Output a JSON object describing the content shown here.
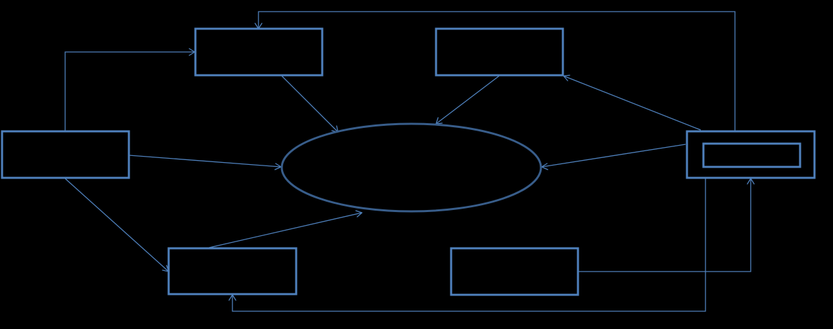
{
  "colors": {
    "background": "#000000",
    "box_stroke": "#4f81bd",
    "ellipse_stroke": "#385d8a",
    "connector_stroke": "#4f81bd"
  },
  "nodes": [
    {
      "id": "top-left-box",
      "shape": "rectangle",
      "label": ""
    },
    {
      "id": "top-right-box",
      "shape": "rectangle",
      "label": ""
    },
    {
      "id": "left-box",
      "shape": "rectangle",
      "label": ""
    },
    {
      "id": "central-ellipse",
      "shape": "ellipse",
      "label": ""
    },
    {
      "id": "right-outer-box",
      "shape": "rectangle",
      "label": ""
    },
    {
      "id": "right-inner-box",
      "shape": "rectangle",
      "label": ""
    },
    {
      "id": "bottom-left-box",
      "shape": "rectangle",
      "label": ""
    },
    {
      "id": "bottom-right-box",
      "shape": "rectangle",
      "label": ""
    }
  ],
  "edges": [
    {
      "from": "top-left-box",
      "to": "central-ellipse"
    },
    {
      "from": "top-right-box",
      "to": "central-ellipse"
    },
    {
      "from": "left-box",
      "to": "central-ellipse"
    },
    {
      "from": "right-outer-box",
      "to": "central-ellipse"
    },
    {
      "from": "bottom-left-box",
      "to": "central-ellipse"
    },
    {
      "from": "right-outer-box",
      "to": "top-right-box"
    },
    {
      "from": "left-box",
      "to": "top-left-box"
    },
    {
      "from": "right-outer-box",
      "to": "top-left-box"
    },
    {
      "from": "left-box",
      "to": "bottom-left-box"
    },
    {
      "from": "right-outer-box",
      "to": "bottom-left-box"
    },
    {
      "from": "bottom-right-box",
      "to": "right-outer-box"
    }
  ]
}
